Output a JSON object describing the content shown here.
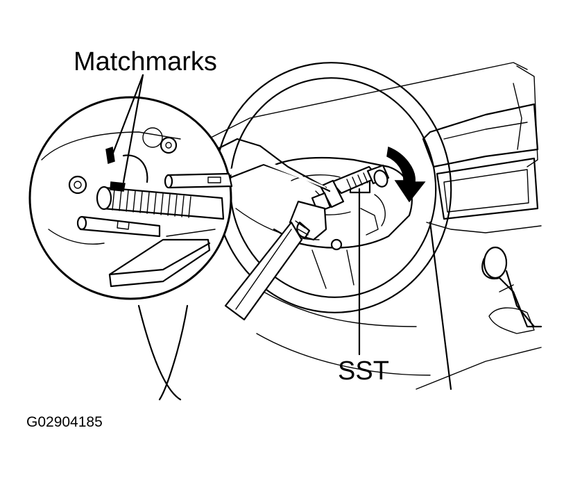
{
  "labels": {
    "matchmarks": "Matchmarks",
    "sst": "SST",
    "figure_code": "G02904185"
  }
}
